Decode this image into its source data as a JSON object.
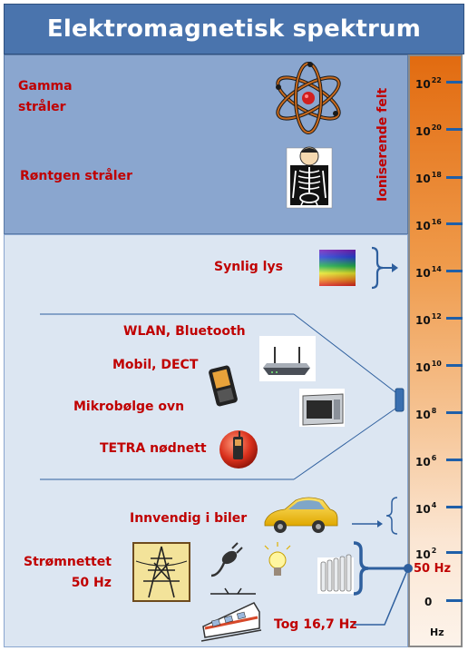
{
  "title": "Elektromagnetisk spektrum",
  "ionizing_label": "Ioniserende felt",
  "labels": {
    "gamma": "Gamma\nstråler",
    "rontgen": "Røntgen stråler",
    "synlig": "Synlig lys",
    "wlan": "WLAN, Bluetooth",
    "mobil": "Mobil, DECT",
    "mikro": "Mikrobølge ovn",
    "tetra": "TETRA  nødnett",
    "biler": "Innvendig i biler",
    "strom": "Strømnettet\n50 Hz",
    "tog": "Tog 16,7 Hz"
  },
  "scale": {
    "ticks": [
      {
        "base": "10",
        "exp": "22"
      },
      {
        "base": "10",
        "exp": "20"
      },
      {
        "base": "10",
        "exp": "18"
      },
      {
        "base": "10",
        "exp": "16"
      },
      {
        "base": "10",
        "exp": "14"
      },
      {
        "base": "10",
        "exp": "12"
      },
      {
        "base": "10",
        "exp": "10"
      },
      {
        "base": "10",
        "exp": "8"
      },
      {
        "base": "10",
        "exp": "6"
      },
      {
        "base": "10",
        "exp": "4"
      },
      {
        "base": "10",
        "exp": "2"
      },
      {
        "base": "0",
        "exp": ""
      }
    ],
    "marker_50hz": "50 Hz",
    "unit": "Hz"
  },
  "colors": {
    "title_bg": "#4a74ad",
    "ionizing_bg": "#8aa6cf",
    "nonionizing_bg": "#dce6f2",
    "label_red": "#c00000",
    "connector_blue": "#2e5f9e"
  },
  "icons": [
    "atom-icon",
    "xray-person-icon",
    "rainbow-swatch-icon",
    "wifi-router-icon",
    "smartphone-icon",
    "microwave-oven-icon",
    "tetra-phone-icon",
    "car-icon",
    "power-pylon-icon",
    "electric-plug-icon",
    "light-bulb-icon",
    "radiator-icon",
    "train-icon"
  ]
}
